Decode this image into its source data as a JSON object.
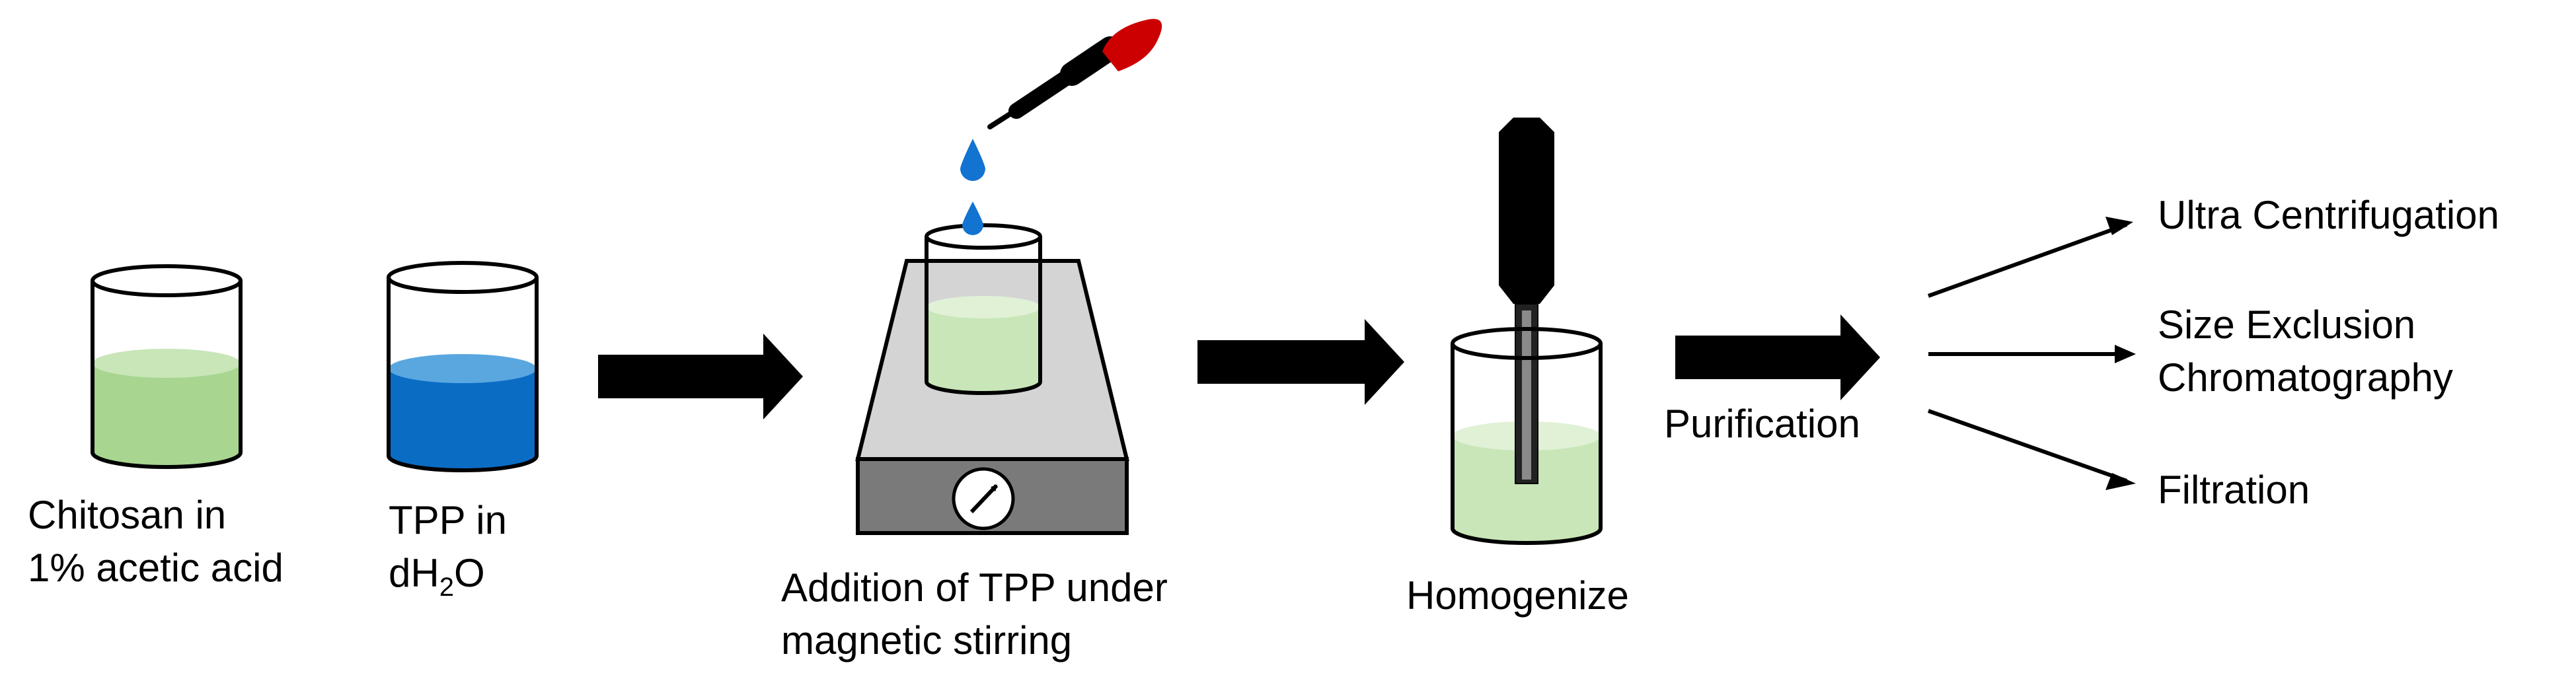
{
  "labels": {
    "chitosan_line1": "Chitosan in",
    "chitosan_line2": "1% acetic acid",
    "tpp_line1": "TPP in",
    "tpp_line2_prefix": "dH",
    "tpp_line2_sub": "2",
    "tpp_line2_suffix": "O",
    "addition_line1": "Addition of TPP under",
    "addition_line2": "magnetic stirring",
    "homogenize": "Homogenize",
    "purification": "Purification",
    "ultra": "Ultra Centrifugation",
    "size_line1": "Size Exclusion",
    "size_line2": "Chromatography",
    "filtration": "Filtration"
  },
  "colors": {
    "chitosan_liquid": "#a8d590",
    "chitosan_surface": "#c8e6b8",
    "tpp_liquid": "#0b6cc4",
    "tpp_surface": "#5aa7e0",
    "mixture_liquid": "#c8e6b8",
    "mixture_surface": "#e0f1d6",
    "stirrer_top": "#d4d4d4",
    "stirrer_front": "#7a7a7a",
    "dropper_bulb": "#cc0000",
    "droplet": "#1273d1",
    "arrow": "#000000"
  },
  "icons": [
    "beaker-icon",
    "dropper-icon",
    "droplet-icon",
    "magnetic-stirrer-icon",
    "homogenizer-icon",
    "arrow-icon"
  ]
}
